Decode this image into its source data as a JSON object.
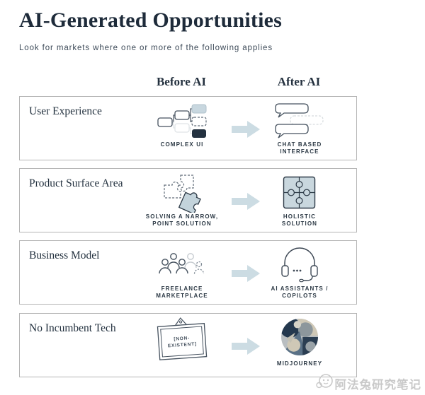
{
  "page": {
    "title": "AI-Generated Opportunities",
    "subtitle": "Look for markets where one or more of the following applies"
  },
  "columns": {
    "before": "Before AI",
    "after": "After AI"
  },
  "rows": [
    {
      "label": "User Experience",
      "before": {
        "icon": "complex-ui-icon",
        "caption_lines": [
          "COMPLEX UI"
        ]
      },
      "after": {
        "icon": "chat-based-interface-icon",
        "caption_lines": [
          "CHAT BASED",
          "INTERFACE"
        ]
      }
    },
    {
      "label": "Product Surface Area",
      "before": {
        "icon": "narrow-puzzle-icon",
        "caption_lines": [
          "SOLVING A NARROW,",
          "POINT SOLUTION"
        ]
      },
      "after": {
        "icon": "holistic-puzzle-icon",
        "caption_lines": [
          "HOLISTIC",
          "SOLUTION"
        ]
      }
    },
    {
      "label": "Business Model",
      "before": {
        "icon": "people-group-icon",
        "caption_lines": [
          "FREELANCE",
          "MARKETPLACE"
        ]
      },
      "after": {
        "icon": "headset-icon",
        "caption_lines": [
          "AI ASSISTANTS /",
          "COPILOTS"
        ]
      }
    },
    {
      "label": "No Incumbent Tech",
      "before": {
        "icon": "non-existent-frame-icon",
        "frame_text_lines": [
          "[NON-",
          "EXISTENT]"
        ]
      },
      "after": {
        "icon": "midjourney-logo",
        "caption_lines": [
          "MIDJOURNEY"
        ]
      }
    }
  ],
  "watermark": {
    "text": "阿法兔研究笔记",
    "icon": "rabbit-chat-icon"
  },
  "colors": {
    "accent_light_blue": "#c8d7df",
    "arrow_blue": "#ccdce3",
    "dark_navy": "#233140",
    "text_primary": "#1e2b3a",
    "caption_text": "#2c3945",
    "border_gray": "#b4b4b4",
    "watermark_gray": "#c9c9c9"
  }
}
